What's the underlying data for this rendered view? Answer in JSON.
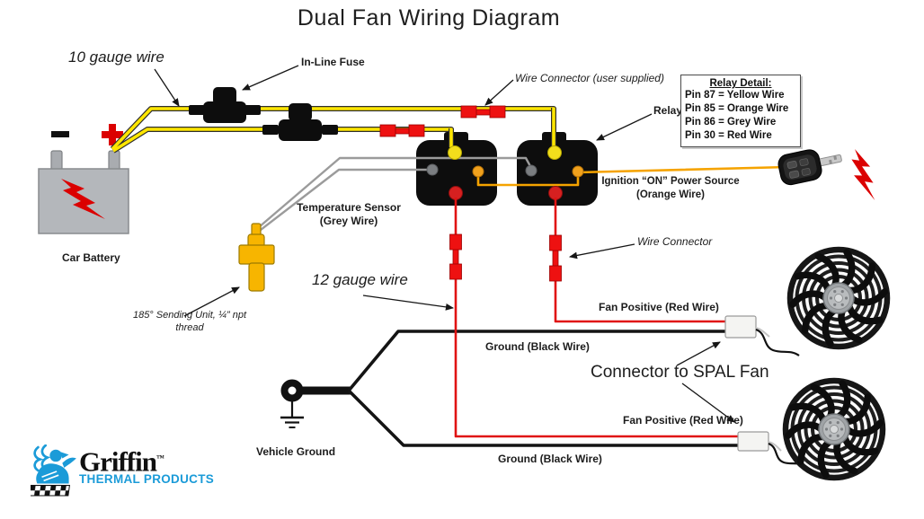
{
  "title": "Dual Fan Wiring Diagram",
  "labels": {
    "ten_gauge": "10 gauge wire",
    "inline_fuse": "In-Line Fuse",
    "wire_connector_user": "Wire Connector (user supplied)",
    "relay": "Relay",
    "ignition_line1": "Ignition “ON” Power Source",
    "ignition_line2": "(Orange Wire)",
    "temp_sensor_line1": "Temperature Sensor",
    "temp_sensor_line2": "(Grey Wire)",
    "car_battery": "Car Battery",
    "sending_unit_line1": "185° Sending Unit, ¼” npt",
    "sending_unit_line2": "thread",
    "twelve_gauge": "12 gauge wire",
    "wire_connector": "Wire Connector",
    "fan1_positive": "Fan Positive (Red Wire)",
    "ground1": "Ground (Black Wire)",
    "spal_connector": "Connector to SPAL Fan",
    "fan2_positive": "Fan Positive (Red Wire)",
    "ground2": "Ground (Black Wire)",
    "vehicle_ground": "Vehicle Ground"
  },
  "relay_detail": {
    "title": "Relay Detail:",
    "pins": [
      "Pin 87 = Yellow Wire",
      "Pin 85 = Orange Wire",
      "Pin 86 = Grey Wire",
      "Pin 30 = Red Wire"
    ]
  },
  "logo": {
    "brand": "Griffin",
    "tm": "™",
    "tagline": "THERMAL PRODUCTS"
  },
  "colors": {
    "wire_yellow": "#FFE600",
    "wire_orange": "#F5A300",
    "wire_grey": "#9B9B9B",
    "wire_red": "#E01313",
    "wire_black": "#141414",
    "connector_red": "#EE1111",
    "battery_grey": "#B4B7BB",
    "sending_unit_gold": "#F7B500",
    "terminal_yellow": "#F2DE1C",
    "terminal_orange": "#F0A11D",
    "terminal_grey": "#7B7E81",
    "terminal_red": "#D62020",
    "logo_blue": "#1B9BD8",
    "accent_red": "#DB0000"
  }
}
